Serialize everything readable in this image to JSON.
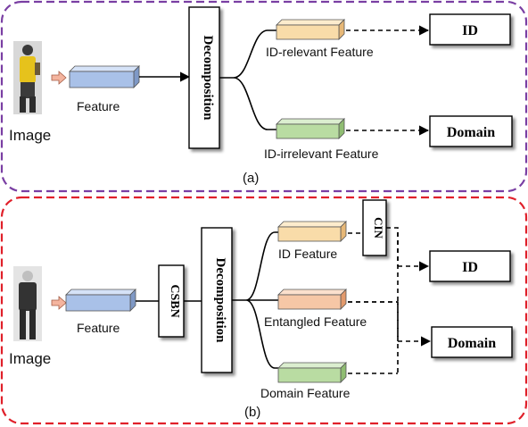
{
  "panel_a": {
    "caption": "(a)",
    "input_label": "Image",
    "feature_label": "Feature",
    "decomposition_label": "Decomposition",
    "relevant_label": "ID-relevant Feature",
    "irrelevant_label": "ID-irrelevant Feature",
    "id_box": "ID",
    "domain_box": "Domain"
  },
  "panel_b": {
    "caption": "(b)",
    "input_label": "Image",
    "feature_label": "Feature",
    "csbn_label": "CSBN",
    "decomposition_label": "Decomposition",
    "id_feature_label": "ID Feature",
    "entangled_label": "Entangled Feature",
    "domain_feature_label": "Domain Feature",
    "cin_label": "CIN",
    "id_box": "ID",
    "domain_box": "Domain"
  },
  "colors": {
    "panel_a_border": "#7a3fa3",
    "panel_b_border": "#e0202a",
    "feature_blue": "#a9c1e8",
    "id_orange": "#f9dca9",
    "entangled_peach": "#f6c7a6",
    "domain_green": "#b9dca2",
    "arrow_pink": "#f4b49e"
  }
}
